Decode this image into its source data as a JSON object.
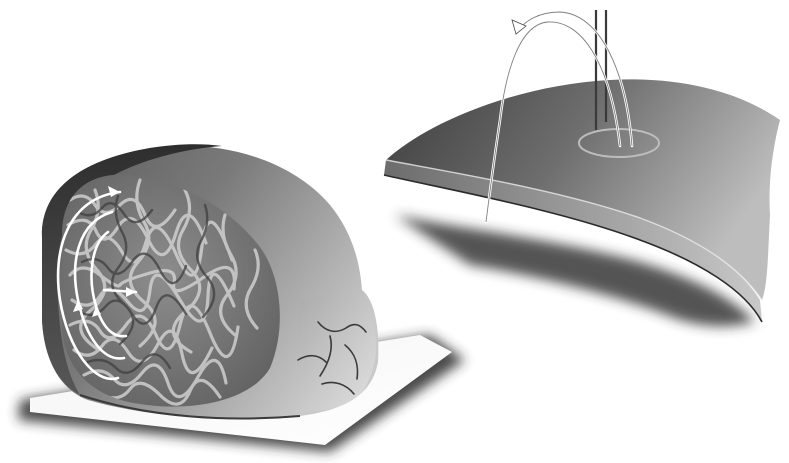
{
  "figure": {
    "panels": [
      {
        "id": "left",
        "subject": "head-section-brain-mri-coil"
      },
      {
        "id": "right",
        "subject": "skull-surface-patch-field-lines"
      }
    ]
  }
}
